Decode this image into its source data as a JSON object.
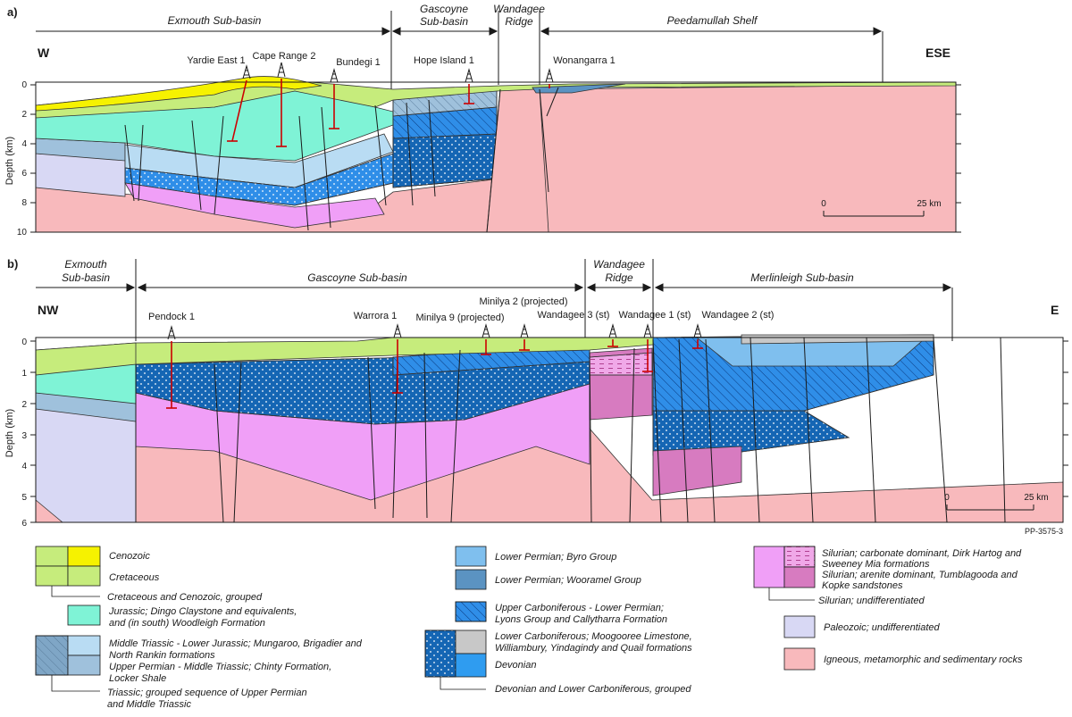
{
  "colors": {
    "cenozoic": "#f6f200",
    "cretaceous": "#c6ec7c",
    "jurassic": "#7ff3d6",
    "mid_triassic": "#b9dcf3",
    "upper_perm_triassic": "#9fc1dc",
    "byro": "#7fbfee",
    "wooramel": "#5b93c2",
    "lyons": "#2f8ee8",
    "moogooree": "#1566b4",
    "silurian": "#f09ff7",
    "silurian_arenite": "#d77bc0",
    "silurian_carbonate": "#f0a8e8",
    "grey": "#c8c8c8",
    "devonian": "#2f9cf0",
    "paleozoic": "#d8d8f4",
    "basement": "#f8b9bc",
    "well": "#cc0000"
  },
  "panel_a": {
    "tag": "a)",
    "dir_left": "W",
    "dir_right": "ESE",
    "regions": [
      "Exmouth Sub-basin",
      "Gascoyne\nSub-basin",
      "Wandagee\nRidge",
      "Peedamullah Shelf"
    ],
    "axis_label": "Depth (km)",
    "ticks": [
      "0",
      "2",
      "4",
      "6",
      "8",
      "10"
    ],
    "wells": [
      "Yardie East 1",
      "Cape Range 2",
      "Bundegi 1",
      "Hope Island 1",
      "Wonangarra 1"
    ],
    "scale": {
      "start": "0",
      "end": "25 km"
    }
  },
  "panel_b": {
    "tag": "b)",
    "dir_left": "NW",
    "dir_right": "E",
    "regions": [
      "Exmouth\nSub-basin",
      "Gascoyne Sub-basin",
      "Wandagee\nRidge",
      "Merlinleigh Sub-basin"
    ],
    "axis_label": "Depth (km)",
    "ticks": [
      "0",
      "1",
      "2",
      "3",
      "4",
      "5",
      "6"
    ],
    "wells": [
      "Pendock 1",
      "Warrora 1",
      "Minilya 9 (projected)",
      "Minilya 2 (projected)",
      "Wandagee 3 (st)",
      "Wandagee 1 (st)",
      "Wandagee 2 (st)"
    ],
    "scale": {
      "start": "0",
      "end": "25 km"
    },
    "figure_id": "PP-3575-3"
  },
  "legend": {
    "cenozoic": "Cenozoic",
    "cretaceous": "Cretaceous",
    "cret_ceno": "Cretaceous and Cenozoic, grouped",
    "jurassic_1": "Jurassic; Dingo Claystone and equivalents,",
    "jurassic_2": "and (in south) Woodleigh Formation",
    "midtri_1": "Middle Triassic - Lower Jurassic; Mungaroo, Brigadier and",
    "midtri_2": "North Rankin formations",
    "upperm_1": "Upper Permian - Middle Triassic; Chinty Formation,",
    "upperm_2": "Locker Shale",
    "trias_1": "Triassic; grouped sequence of Upper Permian",
    "trias_2": "and Middle Triassic",
    "byro": "Lower Permian; Byro Group",
    "wooramel": "Lower Permian; Wooramel Group",
    "lyons_1": "Upper Carboniferous - Lower Permian;",
    "lyons_2": "Lyons Group and Callytharra Formation",
    "moog_1": "Lower Carboniferous; Moogooree Limestone,",
    "moog_2": "Williambury, Yindagindy and Quail formations",
    "devonian": "Devonian",
    "dev_carb": "Devonian and Lower Carboniferous, grouped",
    "sil_carb_1": "Silurian; carbonate dominant, Dirk Hartog and",
    "sil_carb_2": "Sweeney Mia formations",
    "sil_aren_1": "Silurian; arenite dominant, Tumblagooda and",
    "sil_aren_2": "Kopke sandstones",
    "sil_undiff": "Silurian; undifferentiated",
    "paleozoic": "Paleozoic; undifferentiated",
    "igneous": "Igneous, metamorphic and sedimentary rocks"
  }
}
